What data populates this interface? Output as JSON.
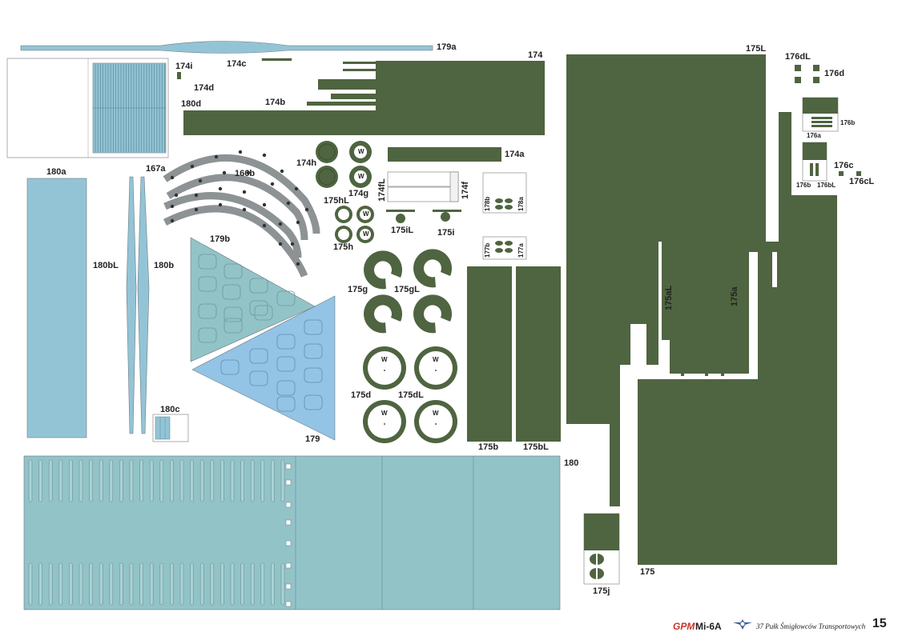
{
  "colors": {
    "olive": "#4f6440",
    "blue": "#93c4d6",
    "teal": "#92c3c7",
    "grey": "#8d9295",
    "outline": "#6c7a80",
    "brand_red": "#c8332b"
  },
  "labels": {
    "p179a": "179a",
    "p174": "174",
    "p174i": "174i",
    "p174c": "174c",
    "p174d": "174d",
    "p174b": "174b",
    "p180d": "180d",
    "p175L": "175L",
    "p176dL": "176dL",
    "p176d": "176d",
    "p176b": "176b",
    "p176a": "176a",
    "p176c": "176c",
    "p176b2": "176b",
    "p176bL": "176bL",
    "p176cL": "176cL",
    "p167a": "167a",
    "p166b": "166b",
    "p174h": "174h",
    "p174g": "174g",
    "p174a": "174a",
    "p174fL": "174fL",
    "p174f": "174f",
    "p178b": "178b",
    "p178a": "178a",
    "p177b": "177b",
    "p177a": "177a",
    "p180a": "180a",
    "p175hL": "175hL",
    "p175h": "175h",
    "p175iL": "175iL",
    "p175i": "175i",
    "p180bL": "180bL",
    "p180b": "180b",
    "p179b": "179b",
    "p175g": "175g",
    "p175gL": "175gL",
    "p175aL": "175aL",
    "p175a": "175a",
    "p175d": "175d",
    "p175dL": "175dL",
    "p180c": "180c",
    "p179": "179",
    "p175b": "175b",
    "p175bL": "175bL",
    "p180": "180",
    "p175": "175",
    "p175j": "175j",
    "wheel_w": "W"
  },
  "footer": {
    "brand": "GPM",
    "model": "Mi-6A",
    "unit": "37 Pułk Śmigłowców Transportowych",
    "page": "15"
  }
}
